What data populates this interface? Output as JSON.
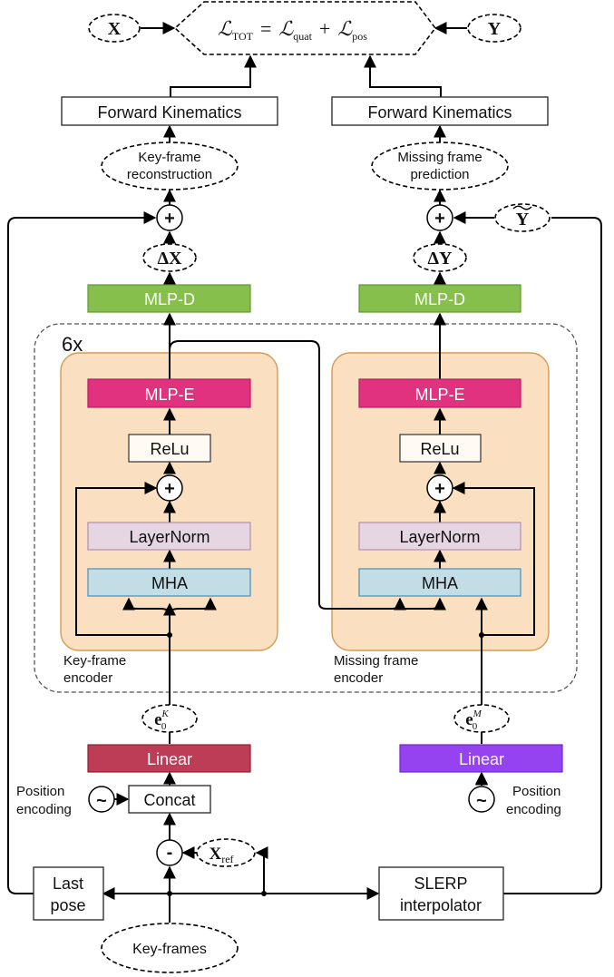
{
  "colors": {
    "mlp_d": "#86bf4c",
    "mlp_e": "#e0327f",
    "layernorm": "#e6d5e2",
    "mha": "#c2dde6",
    "encoder_bg": "#fadfc1",
    "linear_left": "#bd3d57",
    "linear_right": "#9543f1"
  },
  "loss": {
    "L": "ℒ",
    "tot_sub": "TOT",
    "eq": "=",
    "quat_sub": "quat",
    "plus": "+",
    "pos_sub": "pos"
  },
  "x_label": "X",
  "y_label": "Y",
  "y_tilde_label": "Y",
  "forward_kinematics_left": "Forward Kinematics",
  "forward_kinematics_right": "Forward Kinematics",
  "keyframe_recon_line1": "Key-frame",
  "keyframe_recon_line2": "reconstruction",
  "missing_pred_line1": "Missing frame",
  "missing_pred_line2": "prediction",
  "plus_symbol": "+",
  "delta_x": "ΔX",
  "delta_y": "ΔY",
  "mlp_d": "MLP-D",
  "repeat_label": "6x",
  "mlp_e": "MLP-E",
  "relu": "ReLu",
  "layernorm": "LayerNorm",
  "mha": "MHA",
  "keyframe_encoder_line1": "Key-frame",
  "keyframe_encoder_line2": "encoder",
  "missing_encoder_line1": "Missing frame",
  "missing_encoder_line2": "encoder",
  "e0_base": "e",
  "e0_sub": "0",
  "e0_sup_k": "K",
  "e0_sup_m": "M",
  "linear": "Linear",
  "position_encoding_line1": "Position",
  "position_encoding_line2": "encoding",
  "tilde_symbol": "~",
  "concat": "Concat",
  "minus_symbol": "-",
  "x_ref_base": "X",
  "x_ref_sub": "ref",
  "last_pose_line1": "Last",
  "last_pose_line2": "pose",
  "slerp_line1": "SLERP",
  "slerp_line2": "interpolator",
  "keyframes": "Key-frames"
}
